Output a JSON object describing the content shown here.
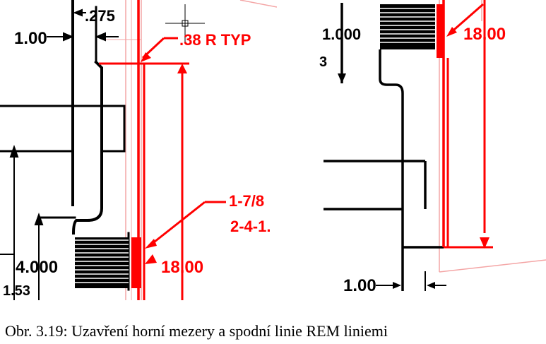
{
  "figure": {
    "left_panel": {
      "dims": {
        "d_275": ".275",
        "d_100_top": "1.00",
        "d_38r": ".38 R TYP",
        "d_1778": "1-7/8",
        "d_241": "2-4-1.",
        "d_4000": "4.000",
        "d_1800": "18.00",
        "d_153": "1.53"
      }
    },
    "right_panel": {
      "dims": {
        "d_1000": "1.000",
        "d_1800": "18.00",
        "d_100_bottom": "1.00",
        "d_partial": "3"
      }
    }
  },
  "caption": {
    "text": "Obr. 3.19: Uzavření horní mezery a spodní linie REM liniemi"
  },
  "colors": {
    "black_ink": "#000000",
    "red_ink": "#ff0000",
    "light_red": "#f3a3a3"
  }
}
